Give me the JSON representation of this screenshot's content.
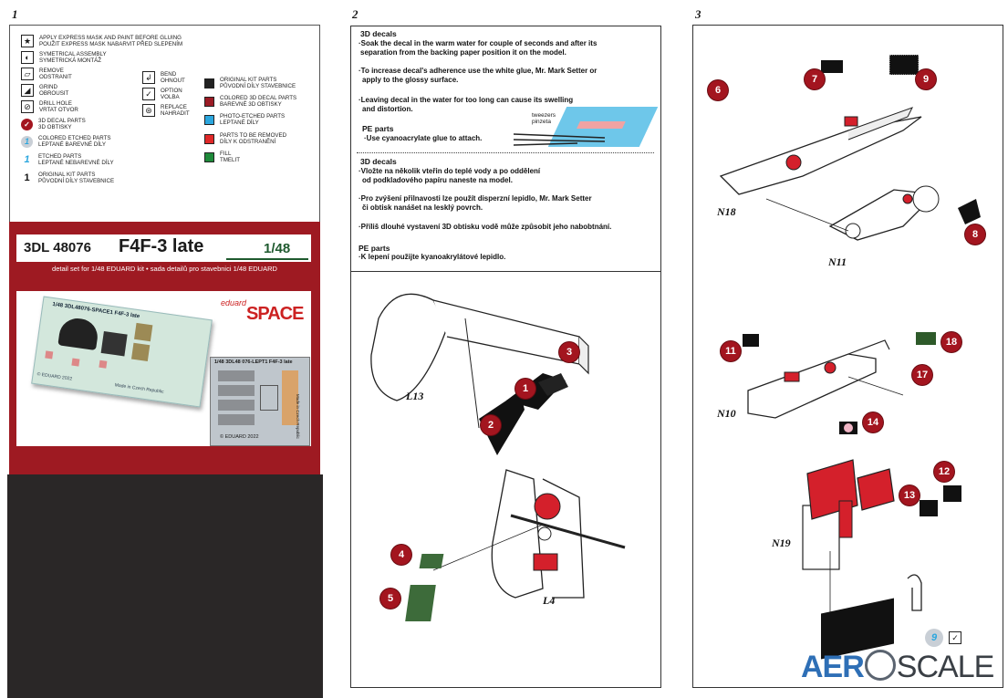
{
  "page_numbers": [
    "1",
    "2",
    "3"
  ],
  "legend": {
    "symbols": [
      {
        "icon": "star-mask-icon",
        "en": "APPLY EXPRESS MASK AND PAINT BEFORE GLUING",
        "cz": "POUŽIT EXPRESS MASK NABARVIT PŘED SLEPENÍM"
      },
      {
        "icon": "symmetry-icon",
        "en": "SYMETRICAL ASSEMBLY",
        "cz": "SYMETRICKÁ MONTÁŽ"
      },
      {
        "icon": "remove-icon",
        "en": "REMOVE",
        "cz": "ODSTRANIT"
      },
      {
        "icon": "grind-icon",
        "en": "GRIND",
        "cz": "OBROUSIT"
      },
      {
        "icon": "drill-icon",
        "en": "DRILL HOLE",
        "cz": "VRTAT OTVOR"
      },
      {
        "icon": "decal-3d-icon",
        "en": "3D DECAL PARTS",
        "cz": "3D OBTISKY"
      },
      {
        "icon": "colored-etched-icon",
        "en": "COLORED ETCHED PARTS",
        "cz": "LEPTANÉ BAREVNÉ DÍLY"
      },
      {
        "icon": "etched-icon",
        "en": "ETCHED PARTS",
        "cz": "LEPTANÉ NEBAREVNÉ DÍLY"
      },
      {
        "icon": "kit-parts-icon",
        "en": "ORIGINAL KIT PARTS",
        "cz": "PŮVODNÍ DÍLY STAVEBNICE"
      }
    ],
    "symbol_marks": {
      "etched": "1",
      "kit": "1"
    },
    "actions": [
      {
        "icon": "bend-icon",
        "en": "BEND",
        "cz": "OHNOUT"
      },
      {
        "icon": "option-icon",
        "en": "OPTION",
        "cz": "VOLBA"
      },
      {
        "icon": "replace-icon",
        "en": "REPLACE",
        "cz": "NAHRADIT"
      }
    ],
    "colors": [
      {
        "color": "#222222",
        "en": "ORIGINAL KIT PARTS",
        "cz": "PŮVODNÍ DÍLY STAVEBNICE"
      },
      {
        "color": "#9b1b25",
        "en": "COLORED 3D DECAL PARTS",
        "cz": "BAREVNÉ 3D OBTISKY"
      },
      {
        "color": "#2ba6de",
        "en": "PHOTO-ETCHED PARTS",
        "cz": "LEPTANÉ DÍLY"
      },
      {
        "color": "#e02828",
        "en": "PARTS TO BE REMOVED",
        "cz": "DÍLY K ODSTRANĚNÍ"
      },
      {
        "color": "#1e8a3a",
        "en": "FILL",
        "cz": "TMELIT"
      }
    ]
  },
  "product": {
    "code": "3DL 48076",
    "name": "F4F-3 late",
    "scale": "1/48",
    "subtitle": "detail set for 1/48 EDUARD  kit • sada detailů pro stavebnici 1/48 EDUARD",
    "brand_small": "eduard",
    "brand_big": "SPACE",
    "sheet1_text": "1/48   3DL48076-SPACE1   F4F-3 late",
    "sheet1_copyright": "© EDUARD 2022",
    "sheet1_made": "Made in Czech Republic",
    "sheet2_text": "1/48     3DL48 076-LEPT1    F4F-3 late",
    "sheet2_copyright": "© EDUARD 2022",
    "sheet2_made": "Made in Czech Republic"
  },
  "instructions": {
    "en_title": "3D decals",
    "en_lines": [
      "·Soak the decal in the warm water for couple of seconds and after its",
      "separation from the backing paper position it on the model.",
      "·To increase decal's adherence use the white glue, Mr. Mark Setter or",
      "apply to the glossy surface.",
      "·Leaving decal in the water for too long can cause its swelling",
      "and distortion."
    ],
    "pe_title": "PE parts",
    "pe_line": "·Use cyanoacrylate glue to attach.",
    "tweezers": "tweezers",
    "pinzeta": "pinzeta",
    "cz_title": "3D decals",
    "cz_lines": [
      "·Vložte na několik vteřin do teplé vody a po oddělení",
      "od podkladového papíru naneste na model.",
      "·Pro zvýšení přilnavosti lze použít disperzní lepidlo, Mr. Mark Setter",
      "či obtisk nanášet na lesklý povrch.",
      "·Příliš dlouhé vystavení 3D obtisku vodě může způsobit jeho nabobtnání."
    ],
    "cz_pe_title": "PE parts",
    "cz_pe_line": "·K lepení použijte kyanoakrylátové lepidlo."
  },
  "step2": {
    "labels": {
      "l13": "L13",
      "l4": "L4"
    },
    "callouts": [
      "1",
      "2",
      "3",
      "4",
      "5"
    ]
  },
  "step3": {
    "labels": {
      "n18": "N18",
      "n11": "N11",
      "n10": "N10",
      "n19": "N19"
    },
    "callouts": [
      "6",
      "7",
      "8",
      "9",
      "11",
      "12",
      "13",
      "14",
      "17",
      "18"
    ],
    "etched_ref": "9"
  },
  "watermark": {
    "left": "AER",
    "right": "SCALE"
  }
}
